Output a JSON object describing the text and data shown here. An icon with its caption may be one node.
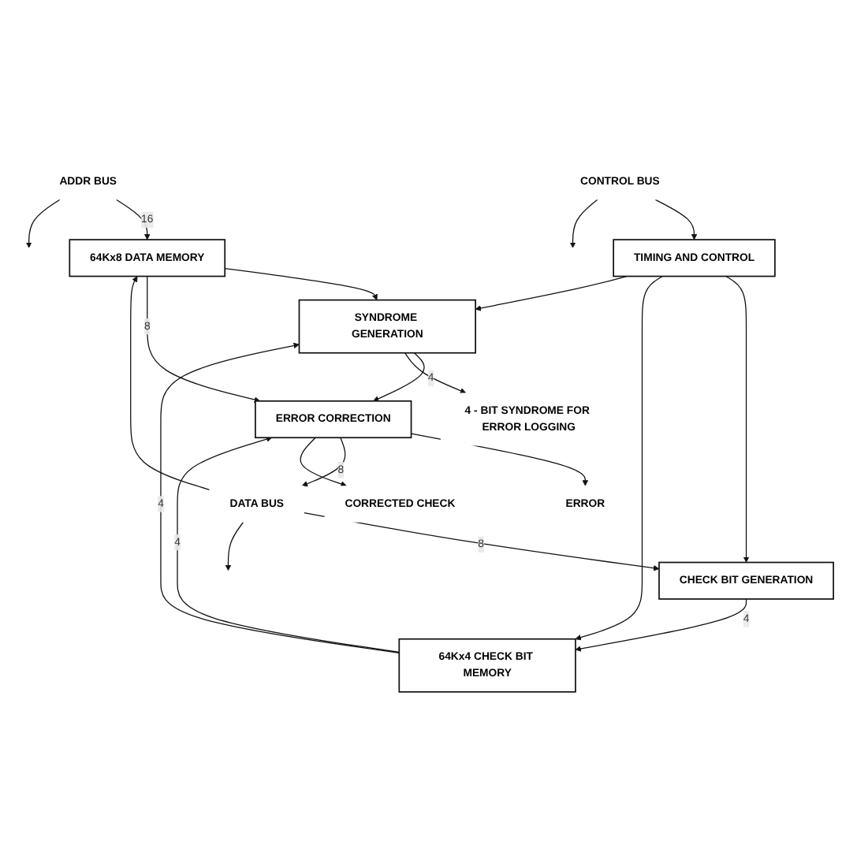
{
  "diagram": {
    "nodes": [
      {
        "text": [
          "ADDR BUS"
        ]
      },
      {
        "text": [
          "DATA BUS"
        ]
      },
      {
        "text": [
          "CHECK BIT GENERATION"
        ]
      },
      {
        "text": [
          "CONTROL BUS"
        ]
      },
      {
        "text": [
          "64Kx8 DATA MEMORY"
        ]
      },
      {
        "text": [
          "64Kx4 CHECK BIT MEMORY"
        ]
      },
      {
        "text": [
          "TIMING AND CONTROL"
        ]
      },
      {
        "text": [
          "SYNDROME GENERATION"
        ]
      },
      {
        "text": [
          "4 - BIT SYNDROME FOR ERROR LOGGING"
        ]
      },
      {
        "text": [
          "ERROR CORRECTION"
        ]
      },
      {
        "text": [
          "ERROR"
        ]
      },
      {
        "text": [
          "CORRECTED CHECK"
        ]
      }
    ],
    "edges": [
      {
        "from": 1,
        "to": 2,
        "arrow": "to",
        "label": "8"
      },
      {
        "from": 1,
        "to": 4,
        "arrow": "to"
      },
      {
        "from": 0,
        "to": 4,
        "arrow": "to",
        "label": "16"
      },
      {
        "from": 2,
        "to": 5,
        "arrow": "to",
        "label": "4"
      },
      {
        "from": 6,
        "to": 2,
        "arrow": "to"
      },
      {
        "from": 6,
        "to": 5,
        "arrow": "to"
      },
      {
        "from": 6,
        "to": 7,
        "arrow": "to"
      },
      {
        "from": 3,
        "to": 6,
        "arrow": "to"
      },
      {
        "from": 4,
        "to": 7,
        "arrow": "to"
      },
      {
        "from": 5,
        "to": 7,
        "arrow": "to",
        "label": "4"
      },
      {
        "from": 5,
        "to": 9,
        "arrow": "to",
        "label": "4"
      },
      {
        "from": 4,
        "to": 9,
        "arrow": "to",
        "label": "8"
      },
      {
        "from": 7,
        "to": 9,
        "arrow": "to"
      },
      {
        "from": 7,
        "to": 8,
        "arrow": "to",
        "label": "4"
      },
      {
        "from": 9,
        "to": 10,
        "arrow": "to"
      },
      {
        "from": 9,
        "to": 1,
        "arrow": "to",
        "label": "8"
      },
      {
        "from": 9,
        "to": 11,
        "arrow": "to"
      },
      {
        "from": 0,
        "to": null,
        "arrow": "to"
      },
      {
        "from": 1,
        "to": null,
        "arrow": "to"
      },
      {
        "from": 3,
        "to": null,
        "arrow": "to"
      }
    ]
  }
}
